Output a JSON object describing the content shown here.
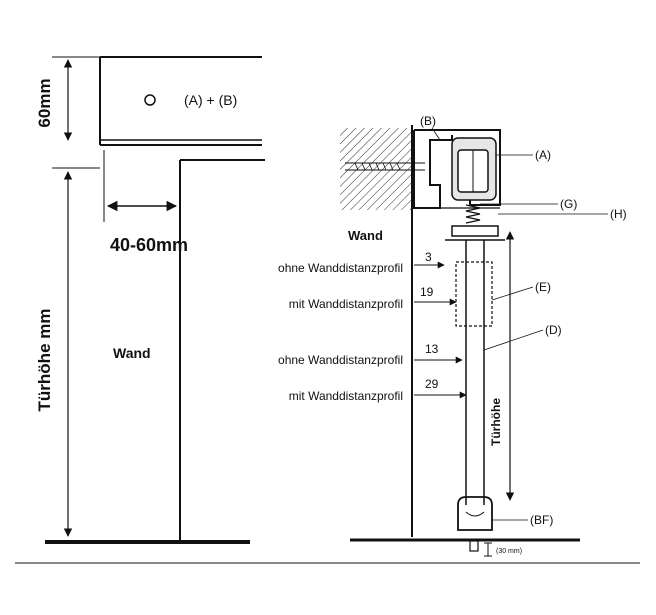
{
  "left_drawing": {
    "height_60": "60mm",
    "label_ab": "(A) + (B)",
    "gap_width": "40-60mm",
    "door_height": "Türhöhe  mm",
    "wall": "Wand"
  },
  "right_drawing": {
    "callouts": {
      "B": "(B)",
      "A": "(A)",
      "G": "(G)",
      "H": "(H)",
      "E": "(E)",
      "D": "(D)",
      "BF": "(BF)"
    },
    "wall": "Wand",
    "door_height": "Türhöhe",
    "floor_gap": "(30 mm)",
    "dimensions": [
      {
        "label": "ohne Wanddistanzprofil",
        "value": "3"
      },
      {
        "label": "mit Wanddistanzprofil",
        "value": "19"
      },
      {
        "label": "ohne Wanddistanzprofil",
        "value": "13"
      },
      {
        "label": "mit Wanddistanzprofil",
        "value": "29"
      }
    ]
  }
}
